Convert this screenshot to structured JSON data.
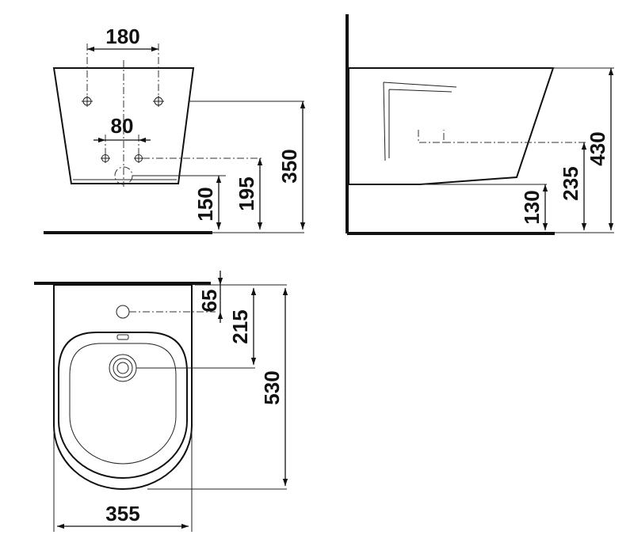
{
  "dimensions": {
    "front": {
      "width_top": "180",
      "width_inner": "80",
      "h150": "150",
      "h195": "195",
      "h350": "350"
    },
    "side": {
      "h130": "130",
      "h235": "235",
      "h430": "430"
    },
    "top": {
      "d65": "65",
      "d215": "215",
      "d530": "530",
      "width": "355"
    }
  },
  "colors": {
    "line": "#111111",
    "background": "#ffffff"
  }
}
